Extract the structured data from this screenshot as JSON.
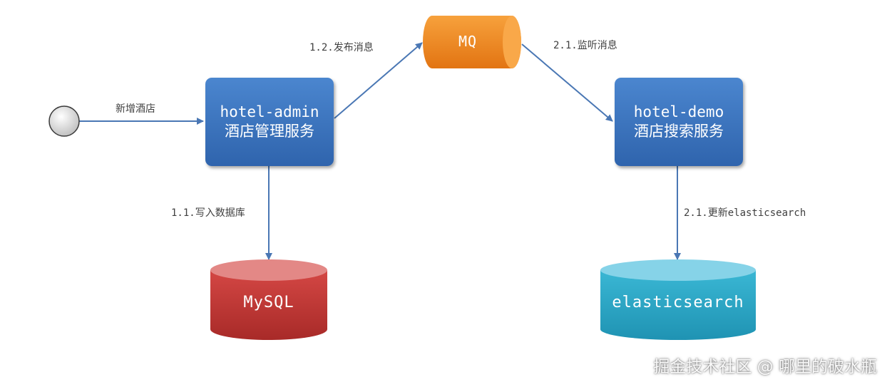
{
  "nodes": {
    "start": {
      "label": ""
    },
    "mq": {
      "label": "MQ"
    },
    "hotel_admin": {
      "name": "hotel-admin",
      "desc": "酒店管理服务"
    },
    "hotel_demo": {
      "name": "hotel-demo",
      "desc": "酒店搜索服务"
    },
    "mysql": {
      "label": "MySQL"
    },
    "elasticsearch": {
      "label": "elasticsearch"
    }
  },
  "edges": {
    "add_hotel": "新增酒店",
    "publish": "1.2.发布消息",
    "listen": "2.1.监听消息",
    "write_db": "1.1.写入数据库",
    "update_es": "2.1.更新elasticsearch"
  },
  "watermark": "掘金技术社区 @ 哪里的破水瓶",
  "colors": {
    "service_box": "#3a73bf",
    "mq": "#f08a24",
    "mysql": "#c93a38",
    "elasticsearch": "#2aa9c8",
    "arrow": "#4a77b4"
  }
}
